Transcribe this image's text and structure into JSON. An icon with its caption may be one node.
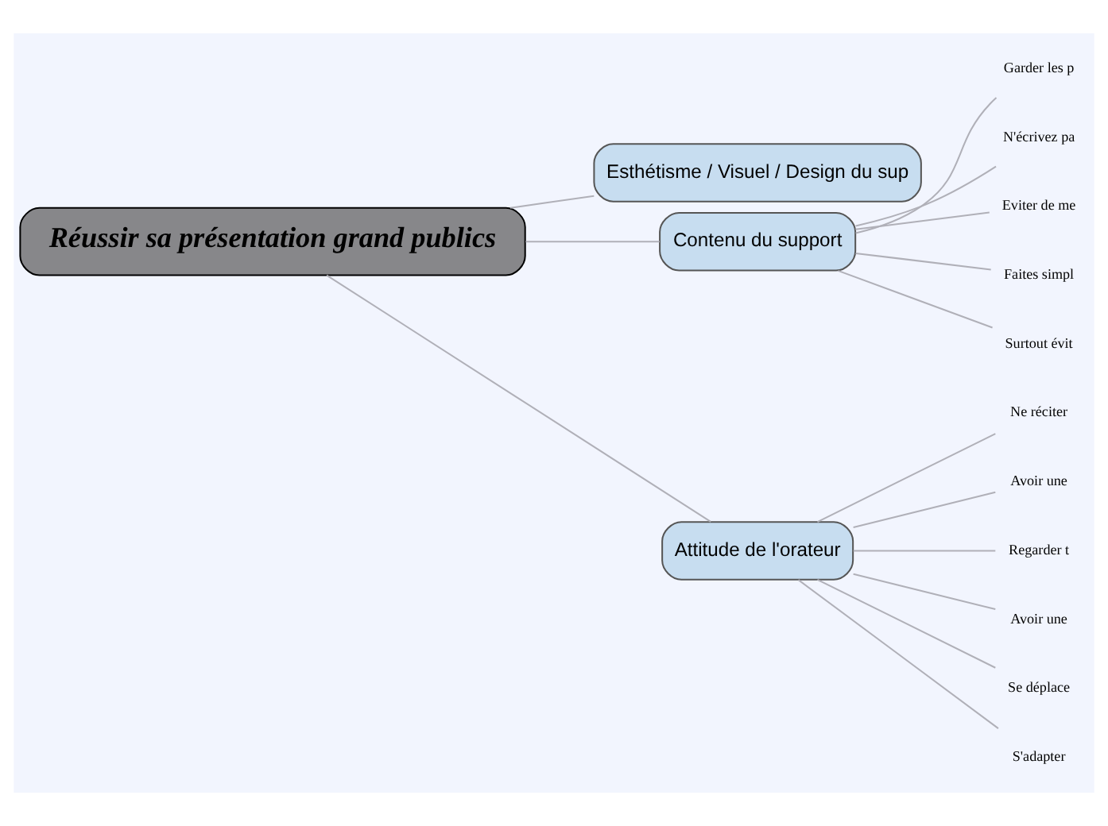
{
  "diagram": {
    "nodes": [
      {
        "text": [
          "Réussir sa présentation grand publics"
        ]
      },
      {
        "text": [
          "Esthétisme / Visuel / Design du sup"
        ]
      },
      {
        "text": [
          "Contenu du support"
        ]
      },
      {
        "text": [
          "Attitude de l'orateur"
        ]
      },
      {
        "text": [
          "Garder les p"
        ]
      },
      {
        "text": [
          "N'écrivez pa"
        ]
      },
      {
        "text": [
          "Eviter de me"
        ]
      },
      {
        "text": [
          "Faites simpl"
        ]
      },
      {
        "text": [
          "Surtout évit"
        ]
      },
      {
        "text": [
          "Ne réciter"
        ]
      },
      {
        "text": [
          "Avoir une"
        ]
      },
      {
        "text": [
          "Regarder t"
        ]
      },
      {
        "text": [
          "Avoir une"
        ]
      },
      {
        "text": [
          "Se déplace"
        ]
      },
      {
        "text": [
          "S'adapter"
        ]
      }
    ],
    "edges": [
      {
        "from": 0,
        "to": 1,
        "arrow": "none"
      },
      {
        "from": 0,
        "to": 2,
        "arrow": "none"
      },
      {
        "from": 0,
        "to": 3,
        "arrow": "none"
      },
      {
        "from": 2,
        "to": 4,
        "arrow": "none"
      },
      {
        "from": 2,
        "to": 5,
        "arrow": "none"
      },
      {
        "from": 2,
        "to": 6,
        "arrow": "none"
      },
      {
        "from": 2,
        "to": 7,
        "arrow": "none"
      },
      {
        "from": 2,
        "to": 8,
        "arrow": "none"
      },
      {
        "from": 3,
        "to": 9,
        "arrow": "none"
      },
      {
        "from": 3,
        "to": 10,
        "arrow": "none"
      },
      {
        "from": 3,
        "to": 11,
        "arrow": "none"
      },
      {
        "from": 3,
        "to": 12,
        "arrow": "none"
      },
      {
        "from": 3,
        "to": 13,
        "arrow": "none"
      },
      {
        "from": 3,
        "to": 14,
        "arrow": "none"
      }
    ]
  }
}
